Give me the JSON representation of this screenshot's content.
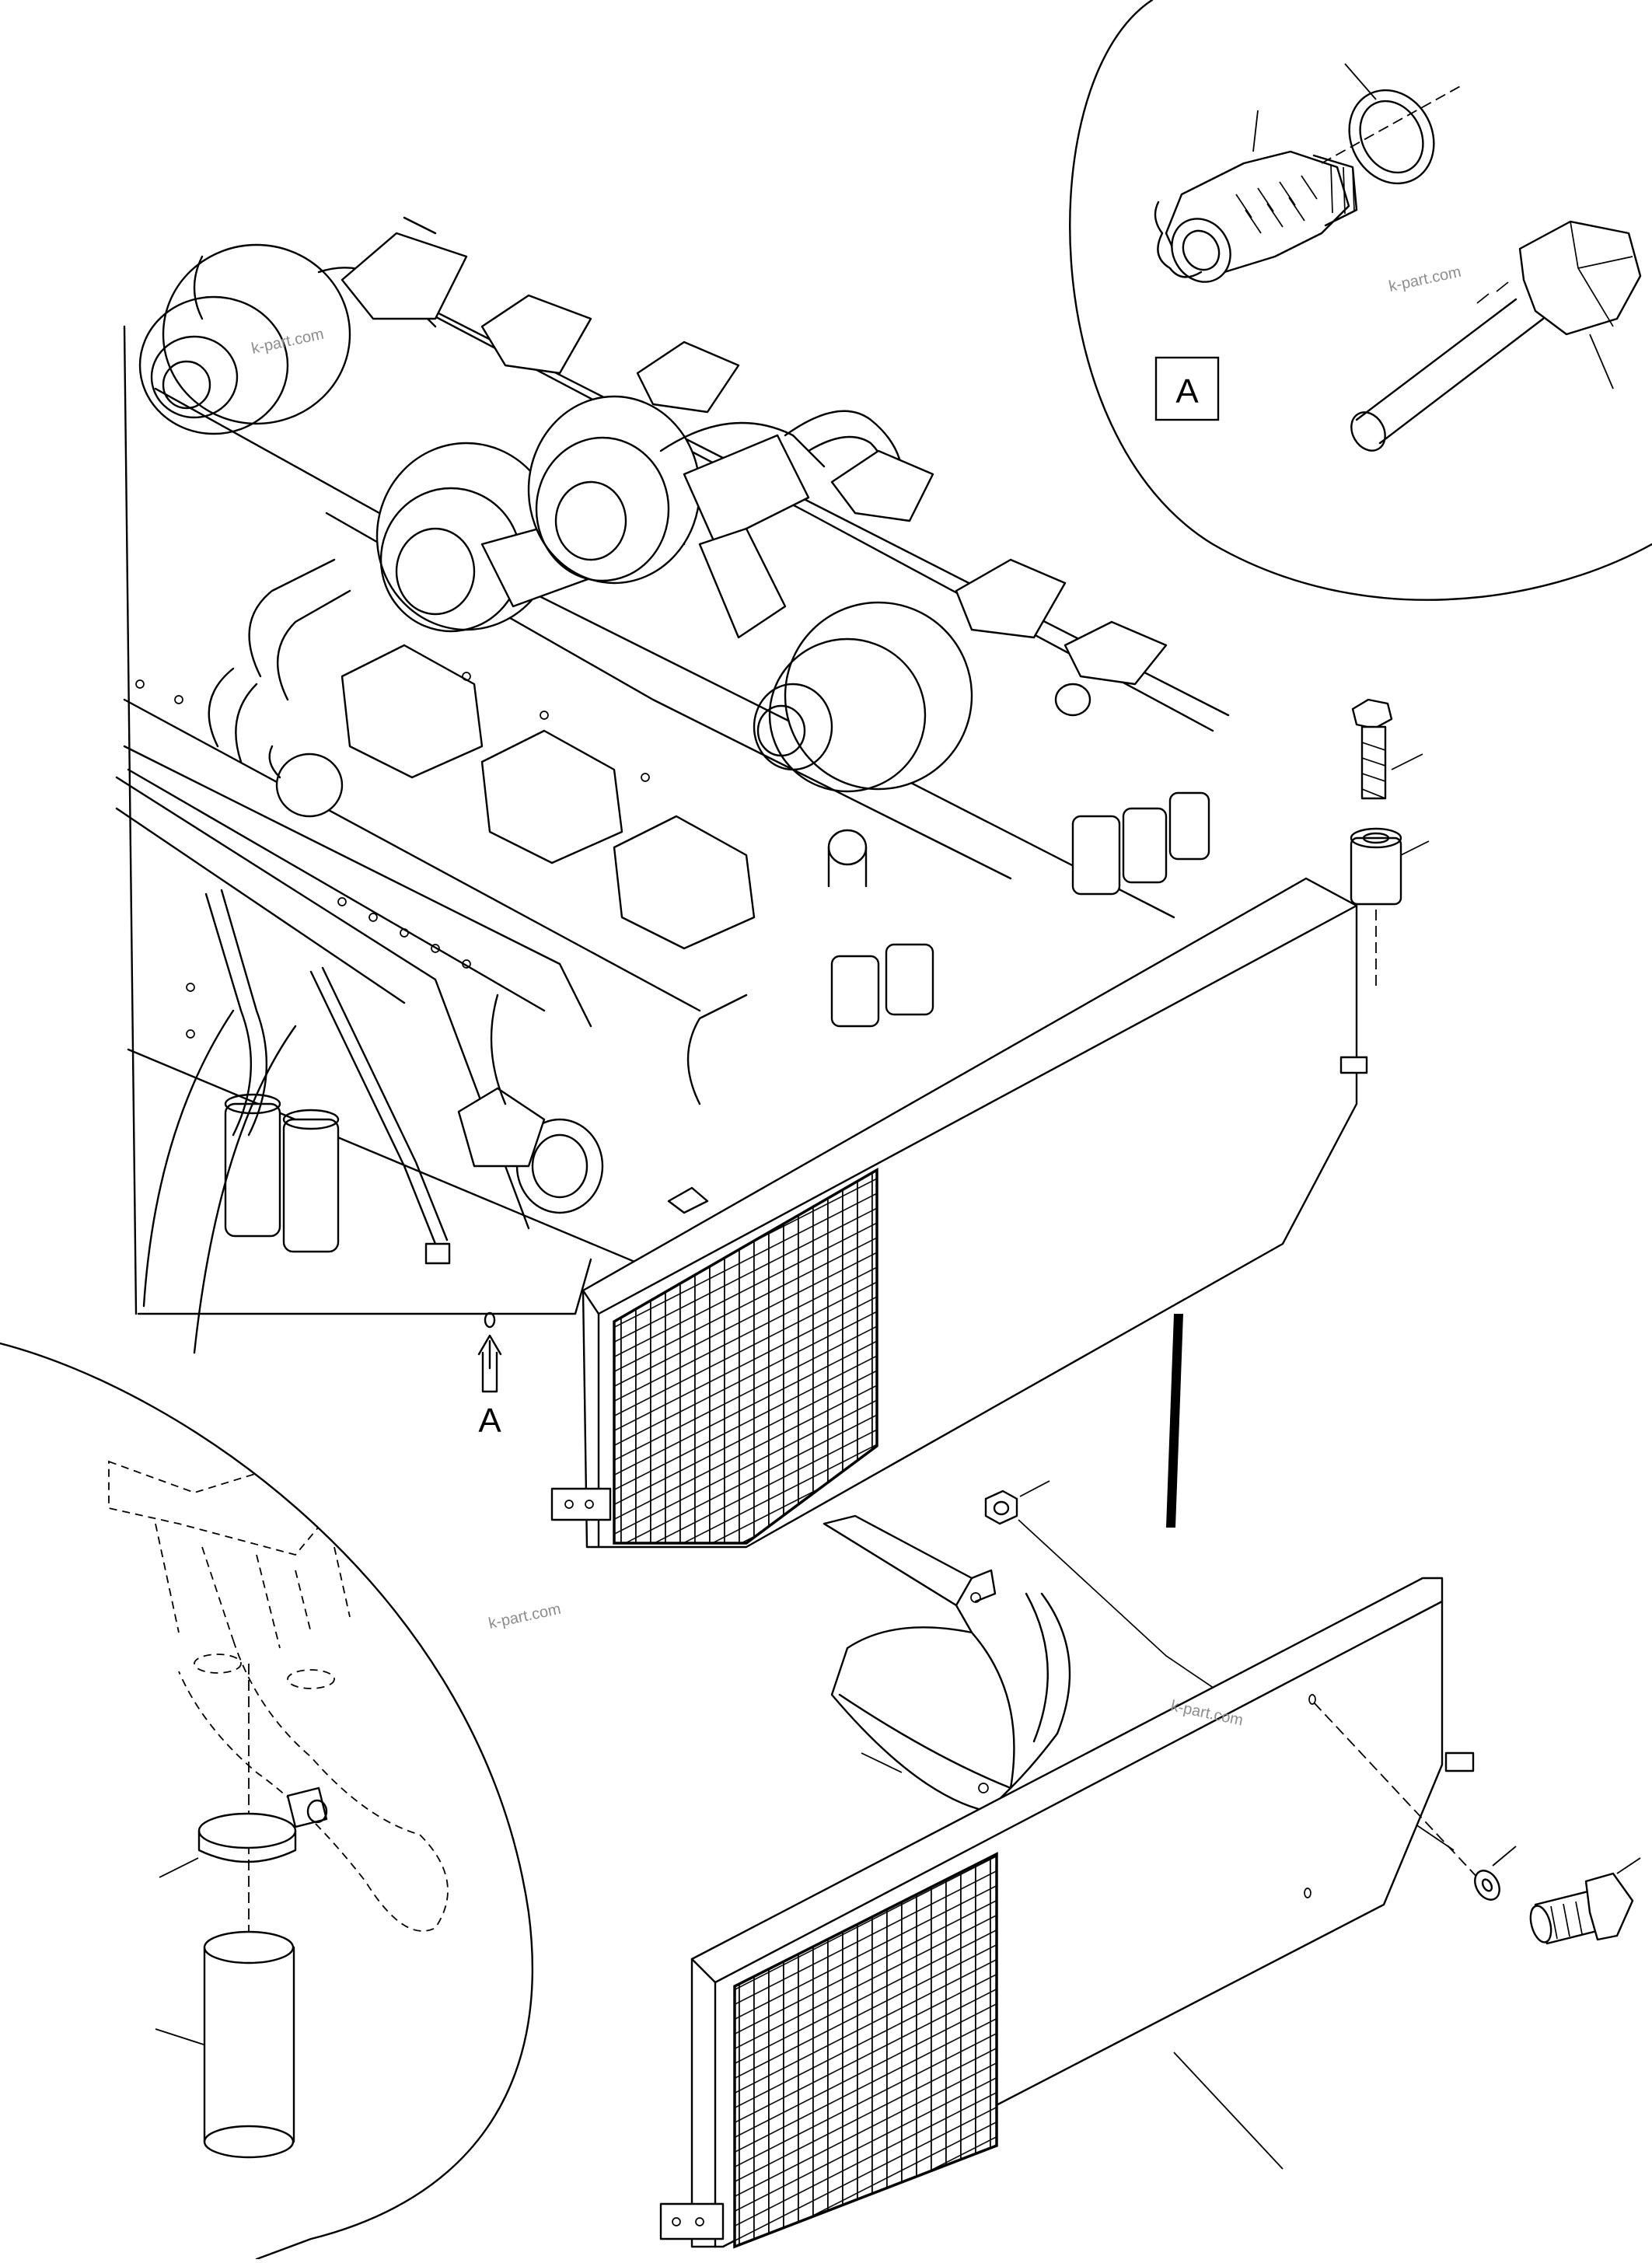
{
  "labels": {
    "detail_box": "A",
    "view_arrow": "A"
  },
  "watermarks": [
    "k-part.com",
    "k-part.com",
    "k-part.com",
    "k-part.com"
  ],
  "colors": {
    "line": "#000000",
    "watermark": "#8d8d8d",
    "background": "#ffffff"
  }
}
